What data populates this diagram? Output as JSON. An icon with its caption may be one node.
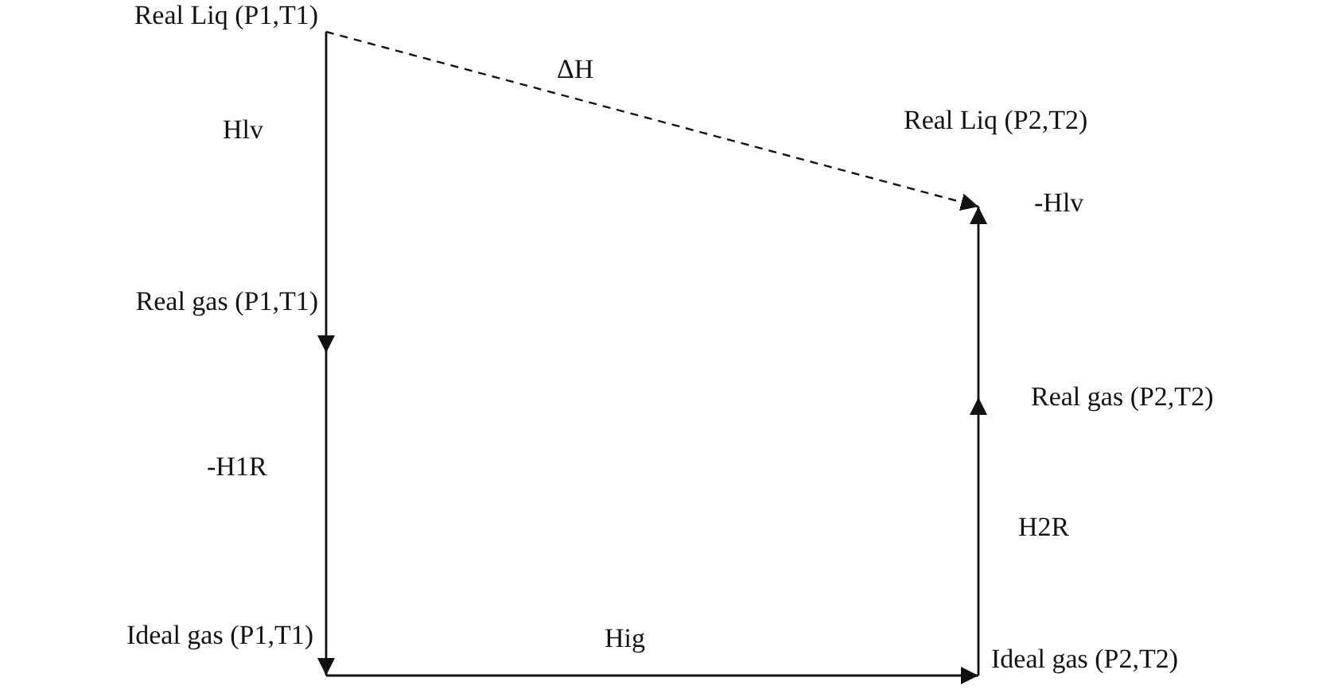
{
  "diagram": {
    "nodes": [
      {
        "text": [
          "Real Liq (P1,T1)"
        ]
      },
      {
        "text": [
          "Real gas (P1,T1)"
        ]
      },
      {
        "text": [
          "Ideal gas (P1,T1)"
        ]
      },
      {
        "text": [
          "Ideal gas (P2,T2)"
        ]
      },
      {
        "text": [
          "Real gas (P2,T2)"
        ]
      },
      {
        "text": [
          "Real Liq (P2,T2)"
        ]
      }
    ],
    "edges": [
      {
        "from": 0,
        "to": 1,
        "arrow": "to",
        "label": "Hlv"
      },
      {
        "from": 1,
        "to": 2,
        "arrow": "to",
        "label": "-H1R"
      },
      {
        "from": 2,
        "to": 3,
        "arrow": "to",
        "label": "Hig"
      },
      {
        "from": 3,
        "to": 4,
        "arrow": "to",
        "label": "H2R"
      },
      {
        "from": 4,
        "to": 5,
        "arrow": "to",
        "label": "-Hlv"
      },
      {
        "from": 0,
        "to": 5,
        "arrow": "to",
        "label": "ΔH",
        "style": "dashed"
      }
    ]
  }
}
